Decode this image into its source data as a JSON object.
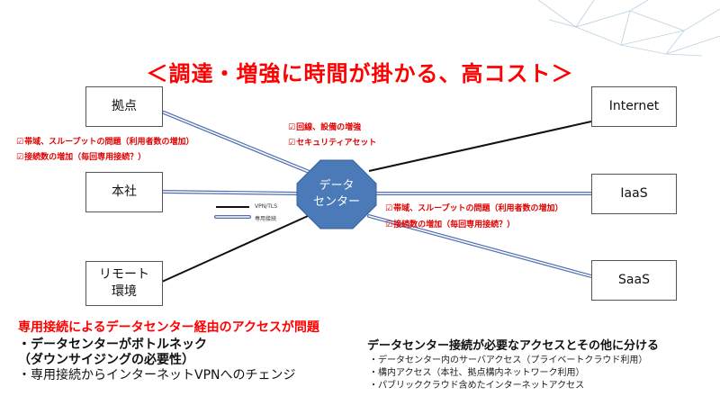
{
  "title": "＜調達・増強に時間が掛かる、高コスト＞",
  "nodes": {
    "kyoten": "拠点",
    "honsha": "本社",
    "remote_line1": "リモート",
    "remote_line2": "環境",
    "internet": "Internet",
    "iaas": "IaaS",
    "saas": "SaaS",
    "datacenter_line1": "データ",
    "datacenter_line2": "センター"
  },
  "notes": {
    "left_1": "帯域、スループットの問題（利用者数の増加）",
    "left_2": "接続数の増加（毎回専用接続？）",
    "top_1": "回線、設備の増強",
    "top_2": "セキュリティアセット",
    "right_1": "帯域、スループットの問題（利用者数の増加）",
    "right_2": "接続数の増加（毎回専用接続？）"
  },
  "legend": {
    "vpn": "VPN/TLS",
    "dedicated": "専用接続"
  },
  "bottom_left": {
    "title": "専用接続によるデータセンター経由のアクセスが問題",
    "line1": "・データセンターがボトルネック",
    "line2": "（ダウンサイジングの必要性）",
    "line3": "・専用接続からインターネットVPNへのチェンジ"
  },
  "bottom_right": {
    "heading": "データセンター接続が必要なアクセスとその他に分ける",
    "line1": "・データセンター内のサーバアクセス（プライベートクラウド利用）",
    "line2": "・構内アクセス（本社、拠点構内ネットワーク利用）",
    "line3": "・パブリッククラウド含めたインターネットアクセス"
  },
  "colors": {
    "accent_red": "#ff0000",
    "datacenter_fill": "#4a7ab8",
    "dedicated_line": "#4f6eb0",
    "vpn_line": "#111111"
  }
}
